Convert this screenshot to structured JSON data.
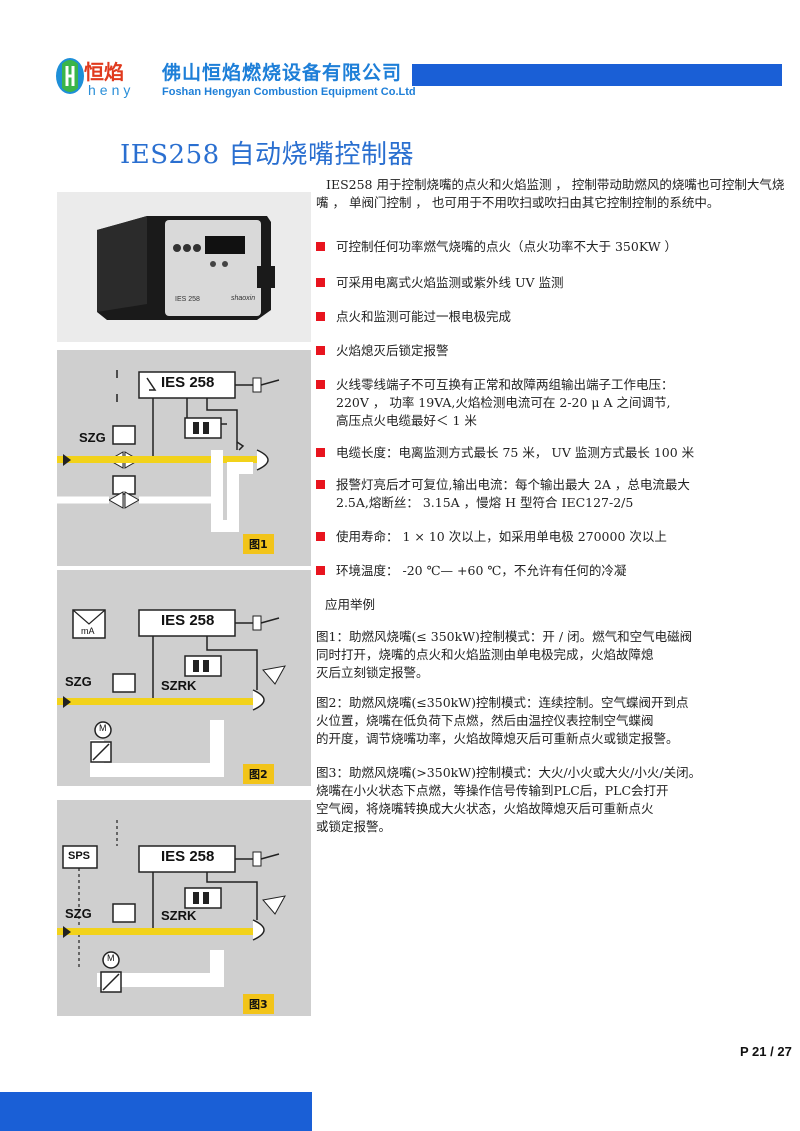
{
  "header": {
    "logo_cn": "恒焰",
    "logo_en": "heny",
    "company_cn": "佛山恒焰燃烧设备有限公司",
    "company_en": "Foshan Hengyan Combustion Equipment Co.Ltd"
  },
  "title": "IES258  自动烧嘴控制器",
  "photo": {
    "model_label": "IES 258",
    "brand_label": "shaoxin"
  },
  "figures": [
    {
      "label": "图1",
      "device_label": "IES 258",
      "valve_label": "SZG"
    },
    {
      "label": "图2",
      "device_label": "IES 258",
      "valve_label": "SZG",
      "valve2_label": "SZRK",
      "meter_label": "mA",
      "motor_label": "M"
    },
    {
      "label": "图3",
      "device_label": "IES 258",
      "valve_label": "SZG",
      "valve2_label": "SZRK",
      "sps_label": "SPS",
      "motor_label": "M"
    }
  ],
  "intro": "IES258 用于控制烧嘴的点火和火焰监测 ， 控制带动助燃风的烧嘴也可控制大气烧嘴 ， 单阀门控制 ， 也可用于不用吹扫或吹扫由其它控制控制的系统中。",
  "features": [
    "可控制任何功率燃气烧嘴的点火（点火功率不大于 350KW ）",
    "可采用电离式火焰监测或紫外线 UV 监测",
    "点火和监测可能过一根电极完成",
    "火焰熄灭后锁定报警",
    "火线零线端子不可互换有正常和故障两组输出端子工作电压：\n220V ， 功率 19VA,火焰检测电流可在 2-20  μ  A 之间调节,\n高压点火电缆最好＜ 1 米",
    "电缆长度：电离监测方式最长 75 米， UV 监测方式最长 100 米",
    "报警灯亮后才可复位,输出电流：每个输出最大 2A ，总电流最大\n2.5A,熔断丝： 3.15A ，慢熔 H 型符合 IEC127-2/5",
    "使用寿命： 1 × 10 次以上，如采用单电极 270000 次以上",
    "环境温度： -20 ℃— +60 ℃，不允许有任何的冷凝"
  ],
  "applications": {
    "heading": "应用举例",
    "items": [
      "图1：助燃风烧嘴(≤ 350kW)控制模式：开 / 闭。燃气和空气电磁阀\n       同时打开，烧嘴的点火和火焰监测由单电极完成，火焰故障熄\n       灭后立刻锁定报警。",
      "图2：助燃风烧嘴(≤350kW)控制模式：连续控制。空气蝶阀开到点\n       火位置，烧嘴在低负荷下点燃，然后由温控仪表控制空气蝶阀\n       的开度，调节烧嘴功率，火焰故障熄灭后可重新点火或锁定报警。",
      "图3：助燃风烧嘴(>350kW)控制模式：大火/小火或大火/小火/关闭。\n       烧嘴在小火状态下点燃，等操作信号传输到PLC后，PLC会打开\n       空气阀，将烧嘴转换成大火状态，火焰故障熄灭后可重新点火\n       或锁定报警。"
    ]
  },
  "page_number": "P 21 / 27",
  "colors": {
    "brand_blue": "#1a5fd6",
    "title_blue": "#2a6fd0",
    "bullet_red": "#e8141e",
    "logo_green": "#3bb54a",
    "logo_red": "#e03a1e",
    "fuel_yellow": "#f2d21a"
  }
}
